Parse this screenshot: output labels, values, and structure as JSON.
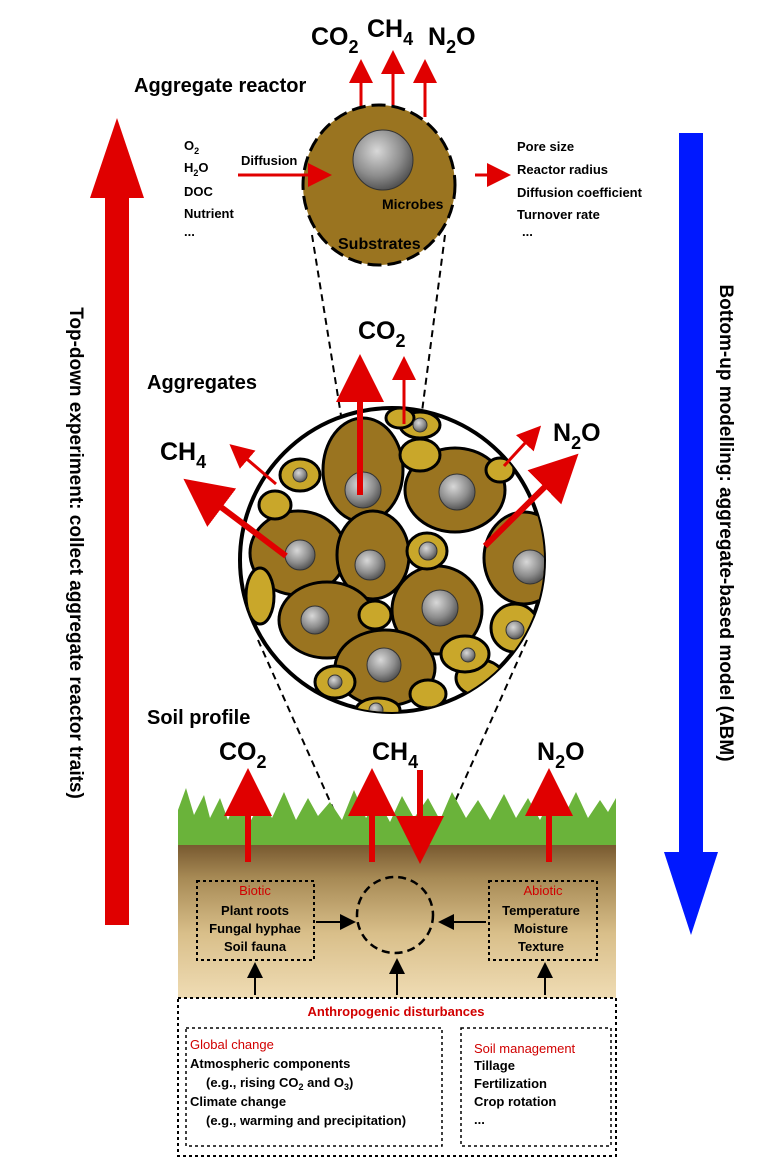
{
  "colors": {
    "red_arrow": "#e00000",
    "blue_arrow": "#0018ff",
    "aggregate_fill": "#9a7420",
    "small_aggregate_fill": "#c9a72a",
    "microbe_fill": "#8a8a8a",
    "grass": "#6ab33a",
    "soil_top": "#7a5a2e",
    "soil_bottom": "#e9d1a0",
    "label_red": "#d10000"
  },
  "side_arrows": {
    "left": {
      "label": "Top-down experiment: collect aggregate reactor traits)"
    },
    "right": {
      "label": "Bottom-up modelling: aggregate-based model (ABM)"
    }
  },
  "reactor": {
    "title": "Aggregate reactor",
    "gases": [
      {
        "base": "CO",
        "sub": "2"
      },
      {
        "base": "CH",
        "sub": "4"
      },
      {
        "base": "N",
        "sub": "2",
        "tail": "O"
      }
    ],
    "inputs": [
      {
        "base": "O",
        "sub": "2"
      },
      {
        "base": "H",
        "sub": "2",
        "tail": "O"
      },
      {
        "base": "DOC"
      },
      {
        "base": "Nutrient"
      },
      {
        "base": "..."
      }
    ],
    "diffusion_label": "Diffusion",
    "microbes_label": "Microbes",
    "substrates_label": "Substrates",
    "traits": [
      "Pore size",
      "Reactor radius",
      "Diffusion coefficient",
      "Turnover rate",
      "..."
    ]
  },
  "aggregates": {
    "title": "Aggregates",
    "gases": [
      {
        "base": "CO",
        "sub": "2"
      },
      {
        "base": "CH",
        "sub": "4"
      },
      {
        "base": "N",
        "sub": "2",
        "tail": "O"
      }
    ]
  },
  "soil": {
    "title": "Soil profile",
    "gases": [
      {
        "base": "CO",
        "sub": "2"
      },
      {
        "base": "CH",
        "sub": "4"
      },
      {
        "base": "N",
        "sub": "2",
        "tail": "O"
      }
    ],
    "biotic": {
      "title": "Biotic",
      "items": [
        "Plant roots",
        "Fungal hyphae",
        "Soil fauna"
      ]
    },
    "abiotic": {
      "title": "Abiotic",
      "items": [
        "Temperature",
        "Moisture",
        "Texture"
      ]
    }
  },
  "anthropogenic": {
    "title": "Anthropogenic disturbances",
    "global_change": {
      "title": "Global change",
      "line1": "Atmospheric components",
      "line2": {
        "pre": "(e.g., rising CO",
        "sub1": "2",
        "mid": " and O",
        "sub2": "3",
        "post": ")"
      },
      "line3": "Climate change",
      "line4": "(e.g., warming and precipitation)"
    },
    "soil_management": {
      "title": "Soil management",
      "items": [
        "Tillage",
        "Fertilization",
        "Crop rotation",
        "..."
      ]
    }
  }
}
